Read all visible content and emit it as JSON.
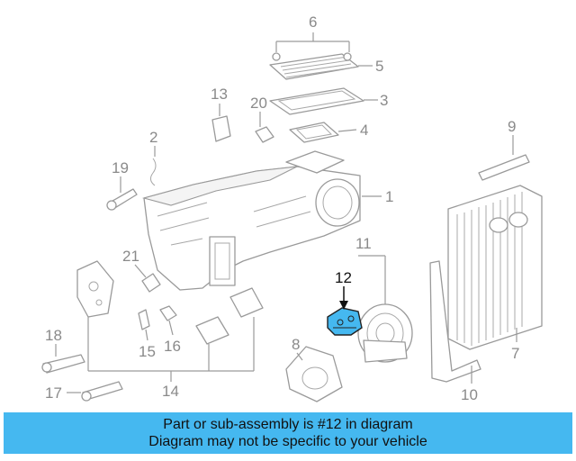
{
  "diagram": {
    "highlight_color": "#45b8f0",
    "callouts": {
      "c1": "1",
      "c2": "2",
      "c3": "3",
      "c4": "4",
      "c5": "5",
      "c6": "6",
      "c7": "7",
      "c8": "8",
      "c9": "9",
      "c10": "10",
      "c11": "11",
      "c12": "12",
      "c13": "13",
      "c14": "14",
      "c15": "15",
      "c16": "16",
      "c17": "17",
      "c18": "18",
      "c19": "19",
      "c20": "20",
      "c21": "21"
    }
  },
  "banner": {
    "line1": "Part or sub-assembly is #12 in diagram",
    "line2": "Diagram may not be specific to your vehicle"
  }
}
